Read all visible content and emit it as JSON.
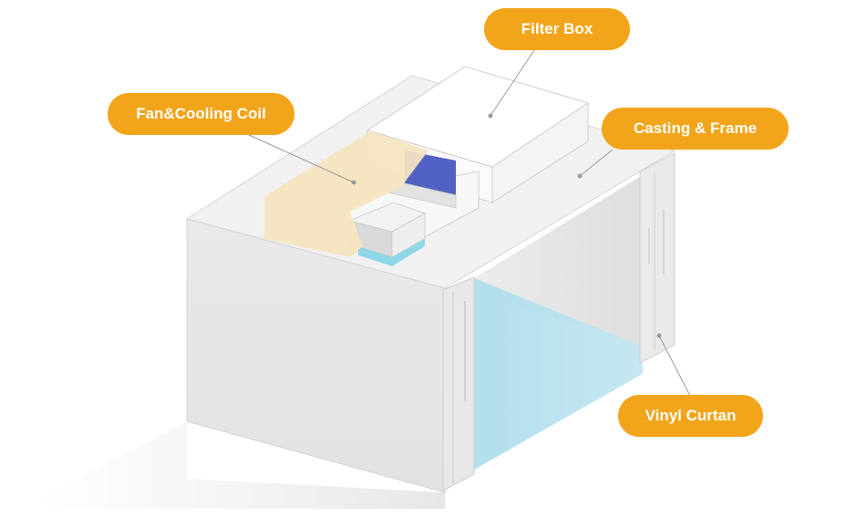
{
  "labels": {
    "filter_box": "Filter Box",
    "fan_cooling_coil": "Fan&Cooling Coil",
    "casting_frame": "Casting & Frame",
    "vinyl_curtain": "Vinyl Curtan"
  },
  "colors": {
    "label_background": "#f2a51a",
    "label_text": "#ffffff",
    "leader_line": "#9a9a9a",
    "curtain_blue": "#9fd8ea",
    "coil_blue": "#5262c4",
    "fan_cover": "#f6e4c0"
  }
}
